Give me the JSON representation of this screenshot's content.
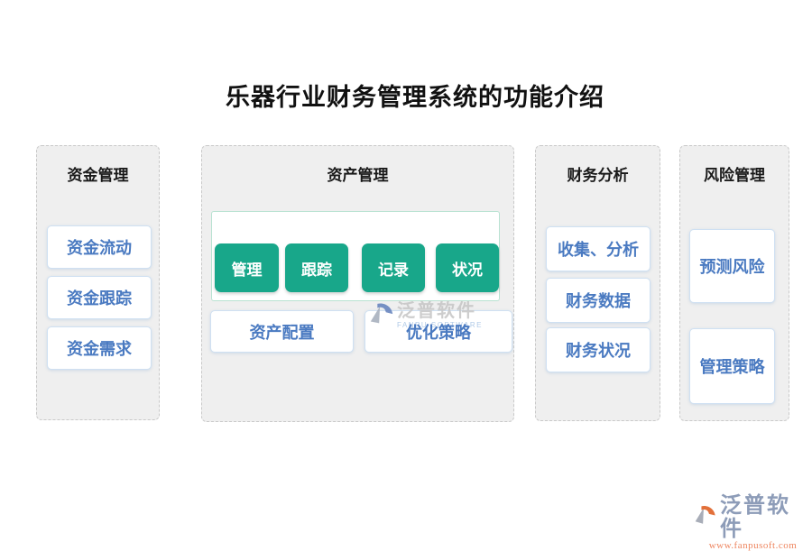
{
  "title": "乐器行业财务管理系统的功能介绍",
  "panels": {
    "fund": {
      "header": "资金管理",
      "items": [
        "资金流动",
        "资金跟踪",
        "资金需求"
      ]
    },
    "asset": {
      "header": "资产管理",
      "process_buttons": [
        "管理",
        "跟踪",
        "记录",
        "状况"
      ],
      "items": [
        "资产配置",
        "优化策略"
      ]
    },
    "analysis": {
      "header": "财务分析",
      "items": [
        "收集、分析",
        "财务数据",
        "财务状况"
      ]
    },
    "risk": {
      "header": "风险管理",
      "items": [
        "预测风险",
        "管理策略"
      ]
    }
  },
  "watermark_center": {
    "brand": "泛普软件",
    "subtitle": "FANPU SOFTWARE"
  },
  "watermark_corner": {
    "brand": "泛普软件",
    "url": "www.fanpusoft.com"
  },
  "colors": {
    "accent_green": "#18a78a",
    "card_text_blue": "#4a7ac1",
    "card_border_blue": "#cfe0f2",
    "green_box_border": "#b9e2d2",
    "panel_bg": "#efefef",
    "panel_border": "#c9c9c9",
    "corner_brand_color": "#8d9cb8",
    "corner_url_color": "#ee8660"
  }
}
